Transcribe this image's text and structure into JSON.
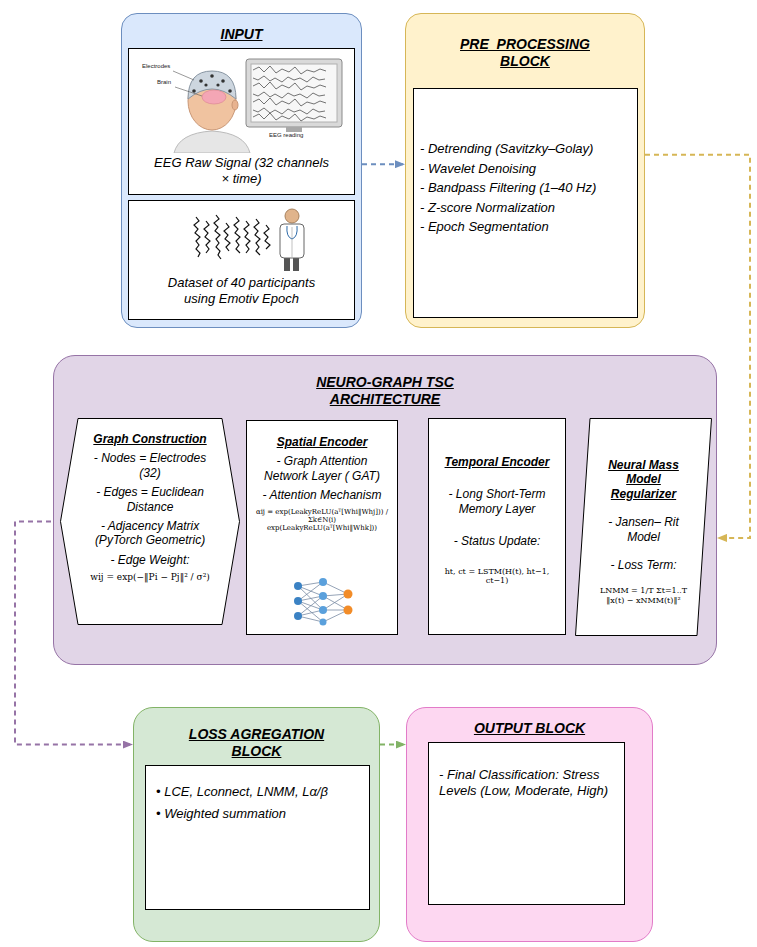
{
  "diagram": {
    "nodes": [
      {
        "text": [
          "INPUT"
        ]
      },
      {
        "text": [
          "EEG Raw Signal (32 channels × time)"
        ],
        "in": 0
      },
      {
        "text": [
          "Dataset of 40 participants using Emotiv Epoch"
        ],
        "in": 0
      },
      {
        "text": [
          "PRE_PROCESSING BLOCK"
        ]
      },
      {
        "text": [
          "- Detrending (Savitzky–Golay)",
          "- Wavelet Denoising",
          "- Bandpass Filtering (1–40 Hz)",
          "- Z-score Normalization",
          "- Epoch Segmentation"
        ],
        "in": 3
      },
      {
        "text": [
          "NEURO-GRAPH TSC ARCHITECTURE"
        ]
      },
      {
        "text": [
          "Graph Construction",
          "- Nodes = Electrodes (32)",
          "- Edges = Euclidean Distance",
          "- Adjacency Matrix (PyTorch Geometric)",
          "- Edge Weight:",
          "wij = exp(−‖Pi − Pj‖² / σ²)"
        ],
        "in": 5
      },
      {
        "text": [
          "Spatial Encoder",
          "- Graph Attention Network Layer ( GAT)",
          "- Attention Mechanism",
          "αij = exp(LeakyReLU(aᵀ[Whi‖Whj])) / Σk∈N(i) exp(LeakyReLU(aᵀ[Whi‖Whk]))"
        ],
        "in": 5
      },
      {
        "text": [
          "Temporal Encoder",
          "- Long Short-Term Memory Layer",
          "- Status Update:",
          "ht, ct = LSTM(H(t), ht−1, ct−1)"
        ],
        "in": 5
      },
      {
        "text": [
          "Neural Mass Model Regularizer",
          "- Jansen– Rit Model",
          "- Loss Term:",
          "LNMM = 1/T Σt=1..T ‖x(t) − xNMM(t)‖²"
        ],
        "in": 5
      },
      {
        "text": [
          "LOSS AGREGATION BLOCK"
        ]
      },
      {
        "text": [
          "• LCE, Lconnect, LNMM, Lα/β",
          "• Weighted summation"
        ],
        "in": 10
      },
      {
        "text": [
          "OUTPUT BLOCK"
        ]
      },
      {
        "text": [
          "- Final Classification: Stress Levels (Low, Moderate, High)"
        ],
        "in": 12
      }
    ],
    "edges": [
      {
        "from": 0,
        "to": 3,
        "arrow": "to"
      },
      {
        "from": 3,
        "to": 5,
        "arrow": "to"
      },
      {
        "from": 6,
        "to": 10,
        "arrow": "to"
      },
      {
        "from": 10,
        "to": 12,
        "arrow": "to"
      }
    ],
    "labels": [
      "Electrodes",
      "Brain",
      "EEG reading"
    ]
  }
}
